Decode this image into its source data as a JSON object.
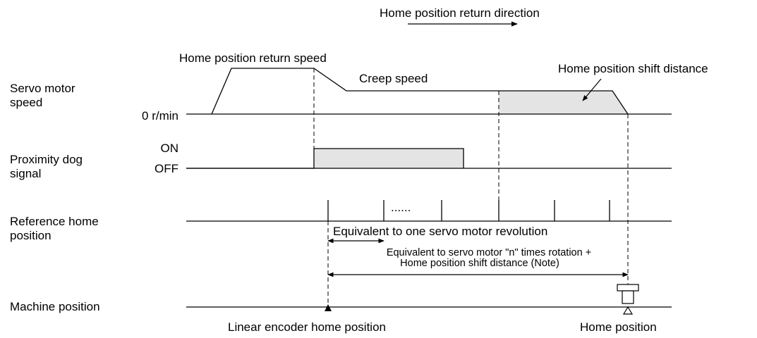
{
  "direction": {
    "label": "Home position return direction"
  },
  "rows": {
    "speed": {
      "label_line1": "Servo motor",
      "label_line2": "speed",
      "zero_label": "0 r/min"
    },
    "dog": {
      "label_line1": "Proximity dog",
      "label_line2": "signal",
      "on_label": "ON",
      "off_label": "OFF"
    },
    "reference": {
      "label_line1": "Reference home",
      "label_line2": "position",
      "ellipsis": "......"
    },
    "machine": {
      "label": "Machine position"
    }
  },
  "annotations": {
    "return_speed": "Home position return speed",
    "creep_speed": "Creep speed",
    "shift_distance": "Home position shift distance",
    "one_revolution": "Equivalent to one servo motor revolution",
    "n_rotation_line1": "Equivalent to servo motor \"n\" times rotation +",
    "n_rotation_line2": "Home position shift distance (Note)",
    "linear_encoder_home": "Linear encoder home position",
    "home_position": "Home position"
  }
}
